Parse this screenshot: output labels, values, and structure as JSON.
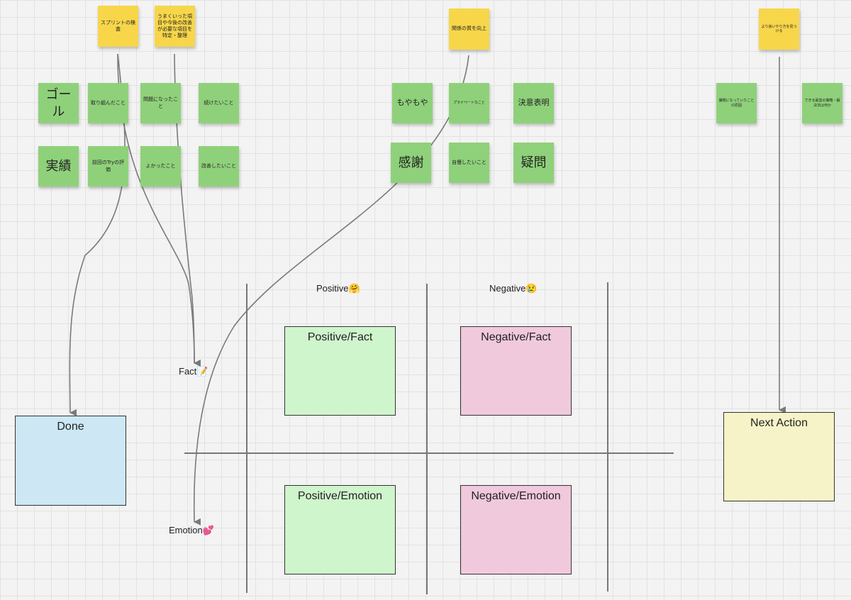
{
  "stickies": {
    "y1": "スプリントの検査",
    "y2": "うまくいった項目や今後の改善が必要な項目を特定・整理",
    "y3": "関係の質を向上",
    "y4": "より良いやり方を見つける",
    "g_goal": "ゴール",
    "g_torikumi": "取り組んだこと",
    "g_mondai": "問題になったこと",
    "g_tsuzuke": "続けたいこと",
    "g_jisseki": "実績",
    "g_zenkai": "前回のTryの評価",
    "g_yokatta": "よかったこと",
    "g_kaizen": "改善したいこと",
    "g_moyamoya": "もやもや",
    "g_private": "プライベートなこと",
    "g_ketsui": "決意表明",
    "g_kansha": "感謝",
    "g_jiman": "自慢したいこと",
    "g_gimon": "疑問",
    "g_r1": "課題になっていたことの原因",
    "g_r2": "できる最善の策略・解決法は何か"
  },
  "axis": {
    "positive": "Positive🤗",
    "negative": "Negative😢",
    "fact": "Fact📝",
    "emotion": "Emotion💕"
  },
  "boxes": {
    "done": "Done",
    "pos_fact": "Positive/Fact",
    "neg_fact": "Negative/Fact",
    "pos_emotion": "Positive/Emotion",
    "neg_emotion": "Negative/Emotion",
    "next_action": "Next Action"
  },
  "colors": {
    "yellow_sticky": "#f7d64a",
    "green_sticky": "#8fd17a",
    "done_box": "#cde7f4",
    "positive_box": "#cff5cc",
    "negative_box": "#f0c9dc",
    "next_action_box": "#f7f3c8",
    "connector": "#7a7a7a"
  }
}
